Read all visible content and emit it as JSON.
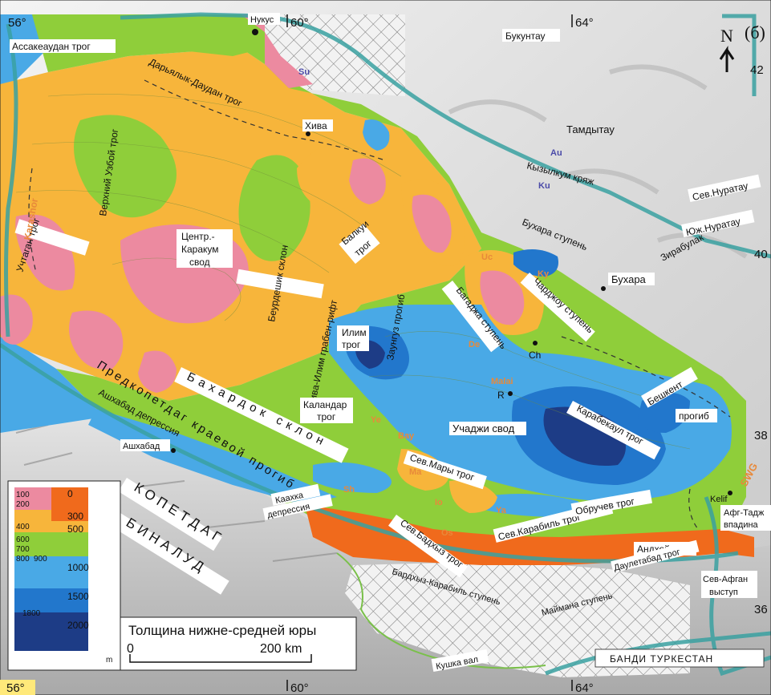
{
  "panel_label": "(б)",
  "north_label": "N",
  "coords": {
    "lon_top": [
      "56°",
      "60°",
      "64°"
    ],
    "lon_bottom": [
      "56°",
      "60°",
      "64°"
    ],
    "lat_right": [
      "42",
      "40",
      "38",
      "36"
    ]
  },
  "places": [
    {
      "id": "nukus",
      "text": "Нукус"
    },
    {
      "id": "khiva",
      "text": "Хива"
    },
    {
      "id": "bukhara",
      "text": "Бухара"
    },
    {
      "id": "ashgabat",
      "text": "Ашхабад"
    },
    {
      "id": "ch",
      "text": "Ch"
    },
    {
      "id": "r",
      "text": "R"
    },
    {
      "id": "kelif",
      "text": "Kelif"
    }
  ],
  "labels": [
    {
      "id": "assake",
      "text": "Ассакеаудан трог"
    },
    {
      "id": "bukuntau",
      "text": "Букунтау"
    },
    {
      "id": "daryalyk",
      "text": "Дарьялык-Даудан трог"
    },
    {
      "id": "uzboy",
      "text": "Верхний Узбой трог"
    },
    {
      "id": "tamdytau",
      "text": "Тамдытау"
    },
    {
      "id": "kyzylkum",
      "text": "Кызылкум кряж"
    },
    {
      "id": "snuratau",
      "text": "Сев.Нуратау"
    },
    {
      "id": "yunuratau",
      "text": "Юж.Нуратау"
    },
    {
      "id": "zirabulak",
      "text": "Зирабулак"
    },
    {
      "id": "buhstep",
      "text": "Бухара ступень"
    },
    {
      "id": "uchtagan",
      "text": "Учтаган трог"
    },
    {
      "id": "centr1",
      "text": "Центр.-"
    },
    {
      "id": "centr2",
      "text": "Каракум"
    },
    {
      "id": "centr3",
      "text": "свод"
    },
    {
      "id": "beurd",
      "text": "Беурдешик склон"
    },
    {
      "id": "khivarift",
      "text": "Хива-Илим грабен-рифт"
    },
    {
      "id": "balkui1",
      "text": "Балкуи"
    },
    {
      "id": "balkui2",
      "text": "трог"
    },
    {
      "id": "zaungu",
      "text": "Заунгуз прогиб"
    },
    {
      "id": "bagadzha",
      "text": "Багаджа ступень"
    },
    {
      "id": "chardzhou",
      "text": "Чарджоу ступень"
    },
    {
      "id": "ilim1",
      "text": "Илим"
    },
    {
      "id": "ilim2",
      "text": "трог"
    },
    {
      "id": "bakhardok",
      "text": "Бахардок склон"
    },
    {
      "id": "predkop",
      "text": "Предкопетдаг краевой прогиб"
    },
    {
      "id": "ashdep",
      "text": "Ашхабад депрессия"
    },
    {
      "id": "kalandar1",
      "text": "Каландар"
    },
    {
      "id": "kalandar2",
      "text": "трог"
    },
    {
      "id": "uchadzhi",
      "text": "Учаджи свод"
    },
    {
      "id": "karabek",
      "text": "Карабекаул трог"
    },
    {
      "id": "beshkent",
      "text": "Бешкент"
    },
    {
      "id": "progib",
      "text": "прогиб"
    },
    {
      "id": "smary",
      "text": "Сев.Мары трог"
    },
    {
      "id": "kopetdag",
      "text": "КОПЕТДАГ"
    },
    {
      "id": "binalud",
      "text": "БИНАЛУД"
    },
    {
      "id": "kaakha1",
      "text": "Каахка"
    },
    {
      "id": "kaakha2",
      "text": "депрессия"
    },
    {
      "id": "sbadkhyz",
      "text": "Сев.Бадхыз трог"
    },
    {
      "id": "skarabil",
      "text": "Сев.Карабиль трог"
    },
    {
      "id": "obruchev",
      "text": "Обручев трог"
    },
    {
      "id": "andkhoy",
      "text": "Андхой вал"
    },
    {
      "id": "dauletabad",
      "text": "Даулетабад трог"
    },
    {
      "id": "afgtadzh1",
      "text": "Афг-Тадж"
    },
    {
      "id": "afgtadzh2",
      "text": "впадина"
    },
    {
      "id": "sevafgan1",
      "text": "Сев-Афган"
    },
    {
      "id": "sevafgan2",
      "text": "выступ"
    },
    {
      "id": "bardkhyz",
      "text": "Бардхыз-Карабиль ступень"
    },
    {
      "id": "maimana",
      "text": "Маймана ступень"
    },
    {
      "id": "kushka",
      "text": "Кушка вал"
    },
    {
      "id": "bandi",
      "text": "БАНДИ ТУРКЕСТАН"
    }
  ],
  "fault_codes": [
    {
      "id": "su",
      "text": "Su"
    },
    {
      "id": "au",
      "text": "Au"
    },
    {
      "id": "ku",
      "text": "Ku"
    },
    {
      "id": "karashor",
      "text": "Karashor"
    },
    {
      "id": "uc",
      "text": "Uc"
    },
    {
      "id": "ky",
      "text": "Ky"
    },
    {
      "id": "de",
      "text": "De"
    },
    {
      "id": "malai",
      "text": "Malai"
    },
    {
      "id": "ye",
      "text": "Ye"
    },
    {
      "id": "bay",
      "text": "Bay"
    },
    {
      "id": "sh",
      "text": "Sh"
    },
    {
      "id": "ma",
      "text": "Ma"
    },
    {
      "id": "io",
      "text": "Io"
    },
    {
      "id": "os",
      "text": "Os"
    },
    {
      "id": "ya",
      "text": "Ya"
    },
    {
      "id": "swg",
      "text": "SWG"
    }
  ],
  "legend": {
    "rows": [
      {
        "left": "100",
        "left2": "200",
        "right": "0",
        "color": "#ec8aa0"
      },
      {
        "left": "",
        "left2": "",
        "right": "300",
        "color": "#f06a1c"
      },
      {
        "left": "400",
        "left2": "",
        "right": "500",
        "color": "#f7b53b"
      },
      {
        "left": "600",
        "left2": "700",
        "right": "",
        "color": "#8fce3a"
      },
      {
        "left": "800",
        "left2": "900",
        "right": "1000",
        "color": "#49a9e6"
      },
      {
        "left": "",
        "left2": "",
        "right": "1500",
        "color": "#2277cc"
      },
      {
        "left": "1800",
        "left2": "",
        "right": "2000",
        "color": "#1d3c86"
      }
    ],
    "unit": "m"
  },
  "title": "Толщина нижне-средней юры",
  "scale": {
    "start": "0",
    "end": "200 km"
  }
}
